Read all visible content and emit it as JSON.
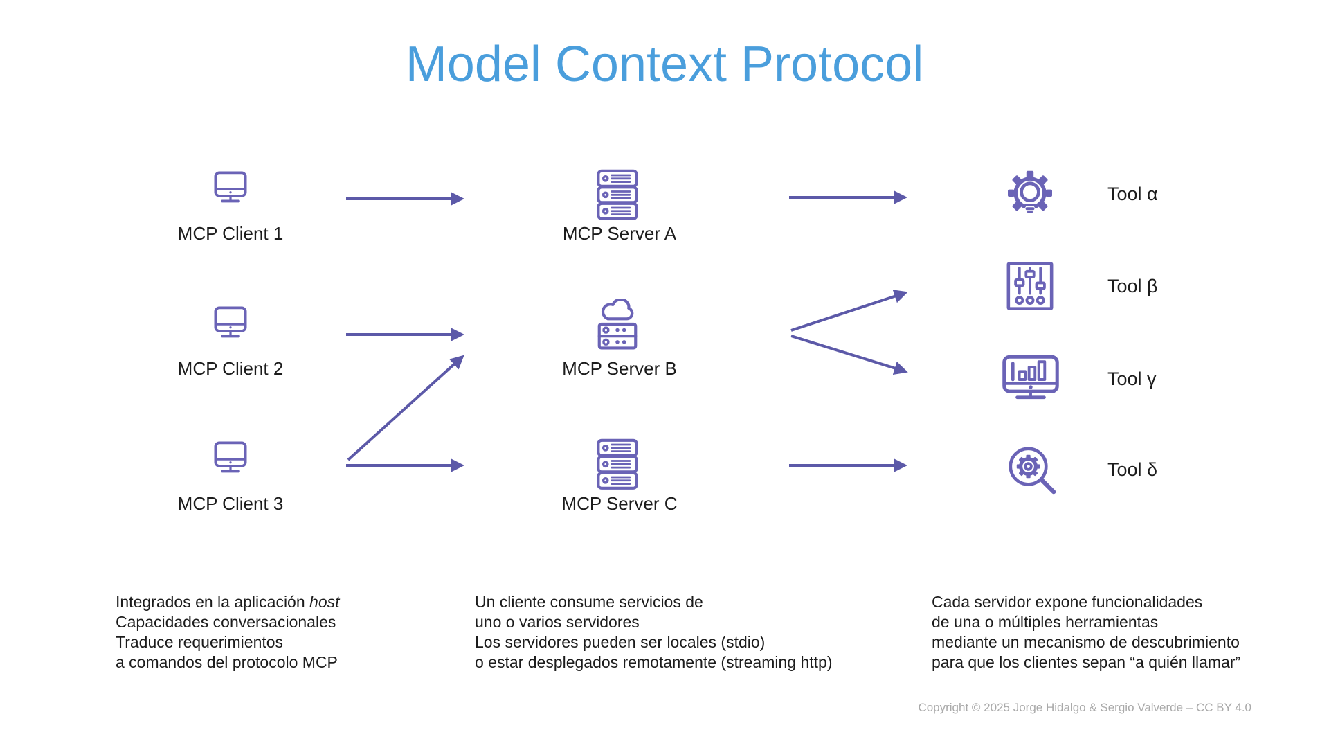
{
  "title": "Model Context Protocol",
  "colors": {
    "title_blue": "#4A9EDC",
    "icon_purple": "#6A63B6",
    "arrow_purple": "#5C59A8",
    "text_black": "#1c1c1c",
    "footer_gray": "#A9A9A9"
  },
  "clients": [
    {
      "label": "MCP Client 1",
      "icon": "monitor-icon"
    },
    {
      "label": "MCP Client 2",
      "icon": "monitor-icon"
    },
    {
      "label": "MCP Client 3",
      "icon": "monitor-icon"
    }
  ],
  "servers": [
    {
      "label": "MCP Server A",
      "icon": "server-rack-icon"
    },
    {
      "label": "MCP Server B",
      "icon": "cloud-server-icon"
    },
    {
      "label": "MCP Server C",
      "icon": "server-rack-icon"
    }
  ],
  "tools": [
    {
      "label": "Tool α",
      "icon": "gear-bulb-icon"
    },
    {
      "label": "Tool β",
      "icon": "sliders-icon"
    },
    {
      "label": "Tool γ",
      "icon": "chart-monitor-icon"
    },
    {
      "label": "Tool δ",
      "icon": "gear-magnifier-icon"
    }
  ],
  "connections": [
    "MCP Client 1 → MCP Server A",
    "MCP Client 2 → MCP Server B",
    "MCP Client 3 → MCP Server B",
    "MCP Client 3 → MCP Server C",
    "MCP Server A → Tool α",
    "MCP Server B → Tool β",
    "MCP Server B → Tool γ",
    "MCP Server C → Tool δ"
  ],
  "notes": [
    {
      "line1": {
        "text": "Integrados en la aplicación ",
        "italic": "host"
      },
      "line2": "Capacidades conversacionales",
      "line3": "Traduce requerimientos",
      "line4": "a comandos del protocolo MCP"
    },
    {
      "line1": "Un cliente consume servicios de",
      "line2": "uno o varios servidores",
      "line3": "Los servidores pueden ser locales (stdio)",
      "line4": "o estar desplegados remotamente (streaming http)"
    },
    {
      "line1": "Cada servidor expone funcionalidades",
      "line2": "de una o múltiples herramientas",
      "line3": "mediante un mecanismo de descubrimiento",
      "line4": "para que los clientes sepan “a quién llamar”"
    }
  ],
  "footer": "Copyright © 2025 Jorge Hidalgo & Sergio Valverde – CC BY 4.0"
}
